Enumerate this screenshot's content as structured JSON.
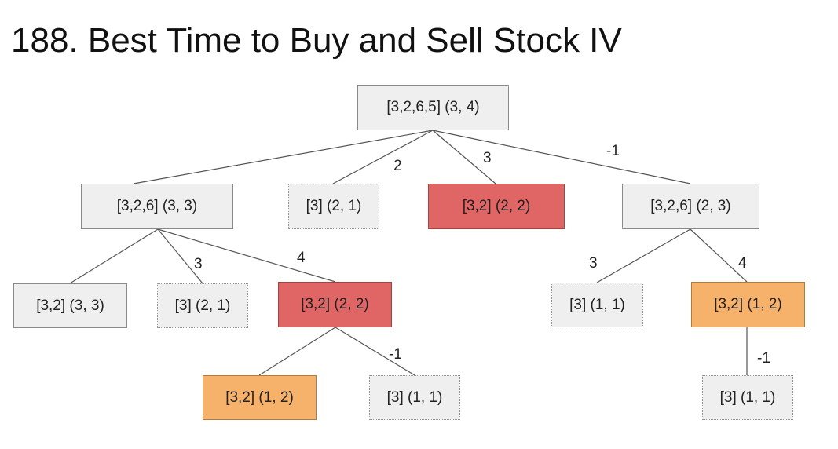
{
  "title": "188. Best Time to Buy and Sell Stock IV",
  "colors": {
    "solid_node": "#efefef",
    "dotted_node": "#efefef",
    "red_node": "#e06666",
    "orange_node": "#f6b26b",
    "edge": "#555555"
  },
  "nodes": {
    "root": "[3,2,6,5] (3, 4)",
    "l1_a": "[3,2,6] (3, 3)",
    "l1_b": "[3] (2, 1)",
    "l1_c": "[3,2] (2, 2)",
    "l1_d": "[3,2,6] (2, 3)",
    "l2_a": "[3,2] (3, 3)",
    "l2_b": "[3] (2, 1)",
    "l2_c": "[3,2] (2, 2)",
    "l2_d": "[3] (1, 1)",
    "l2_e": "[3,2] (1, 2)",
    "l3_a": "[3,2] (1, 2)",
    "l3_b": "[3] (1, 1)",
    "l3_c": "[3] (1, 1)"
  },
  "edge_labels": {
    "root_b": "2",
    "root_c": "3",
    "root_d": "-1",
    "a_b": "3",
    "a_c": "4",
    "d_d": "3",
    "d_e": "4",
    "c_b": "-1",
    "e_c": "-1"
  }
}
